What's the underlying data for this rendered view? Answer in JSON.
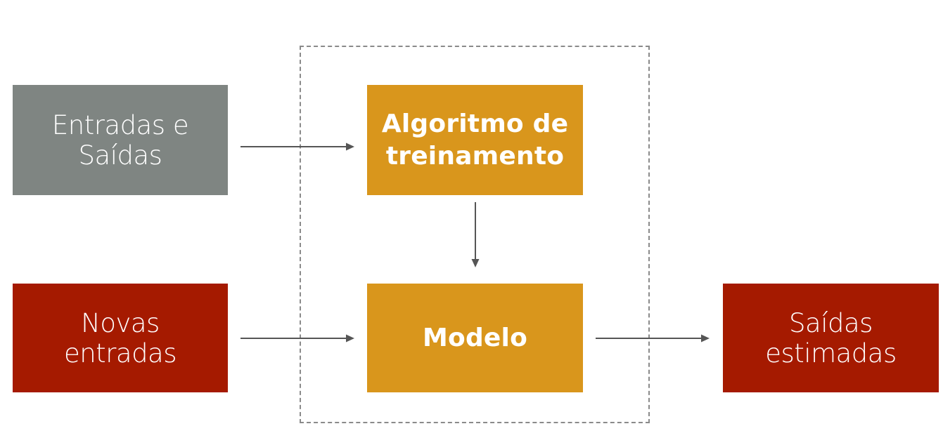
{
  "diagram": {
    "nodes": {
      "inputs_outputs": {
        "line1": "Entradas e",
        "line2": "Saídas",
        "color": "#7f8582"
      },
      "new_inputs": {
        "line1": "Novas",
        "line2": "entradas",
        "color": "#a51a00"
      },
      "training_algorithm": {
        "line1": "Algoritmo de",
        "line2": "treinamento",
        "color": "#d9961c"
      },
      "model": {
        "label": "Modelo",
        "color": "#d9961c"
      },
      "estimated_outputs": {
        "line1": "Saídas",
        "line2": "estimadas",
        "color": "#a51a00"
      }
    },
    "edges": [
      {
        "from": "inputs_outputs",
        "to": "training_algorithm"
      },
      {
        "from": "training_algorithm",
        "to": "model"
      },
      {
        "from": "new_inputs",
        "to": "model"
      },
      {
        "from": "model",
        "to": "estimated_outputs"
      }
    ],
    "colors": {
      "arrow": "#555555",
      "dashed_border": "#8a8a8a"
    }
  }
}
